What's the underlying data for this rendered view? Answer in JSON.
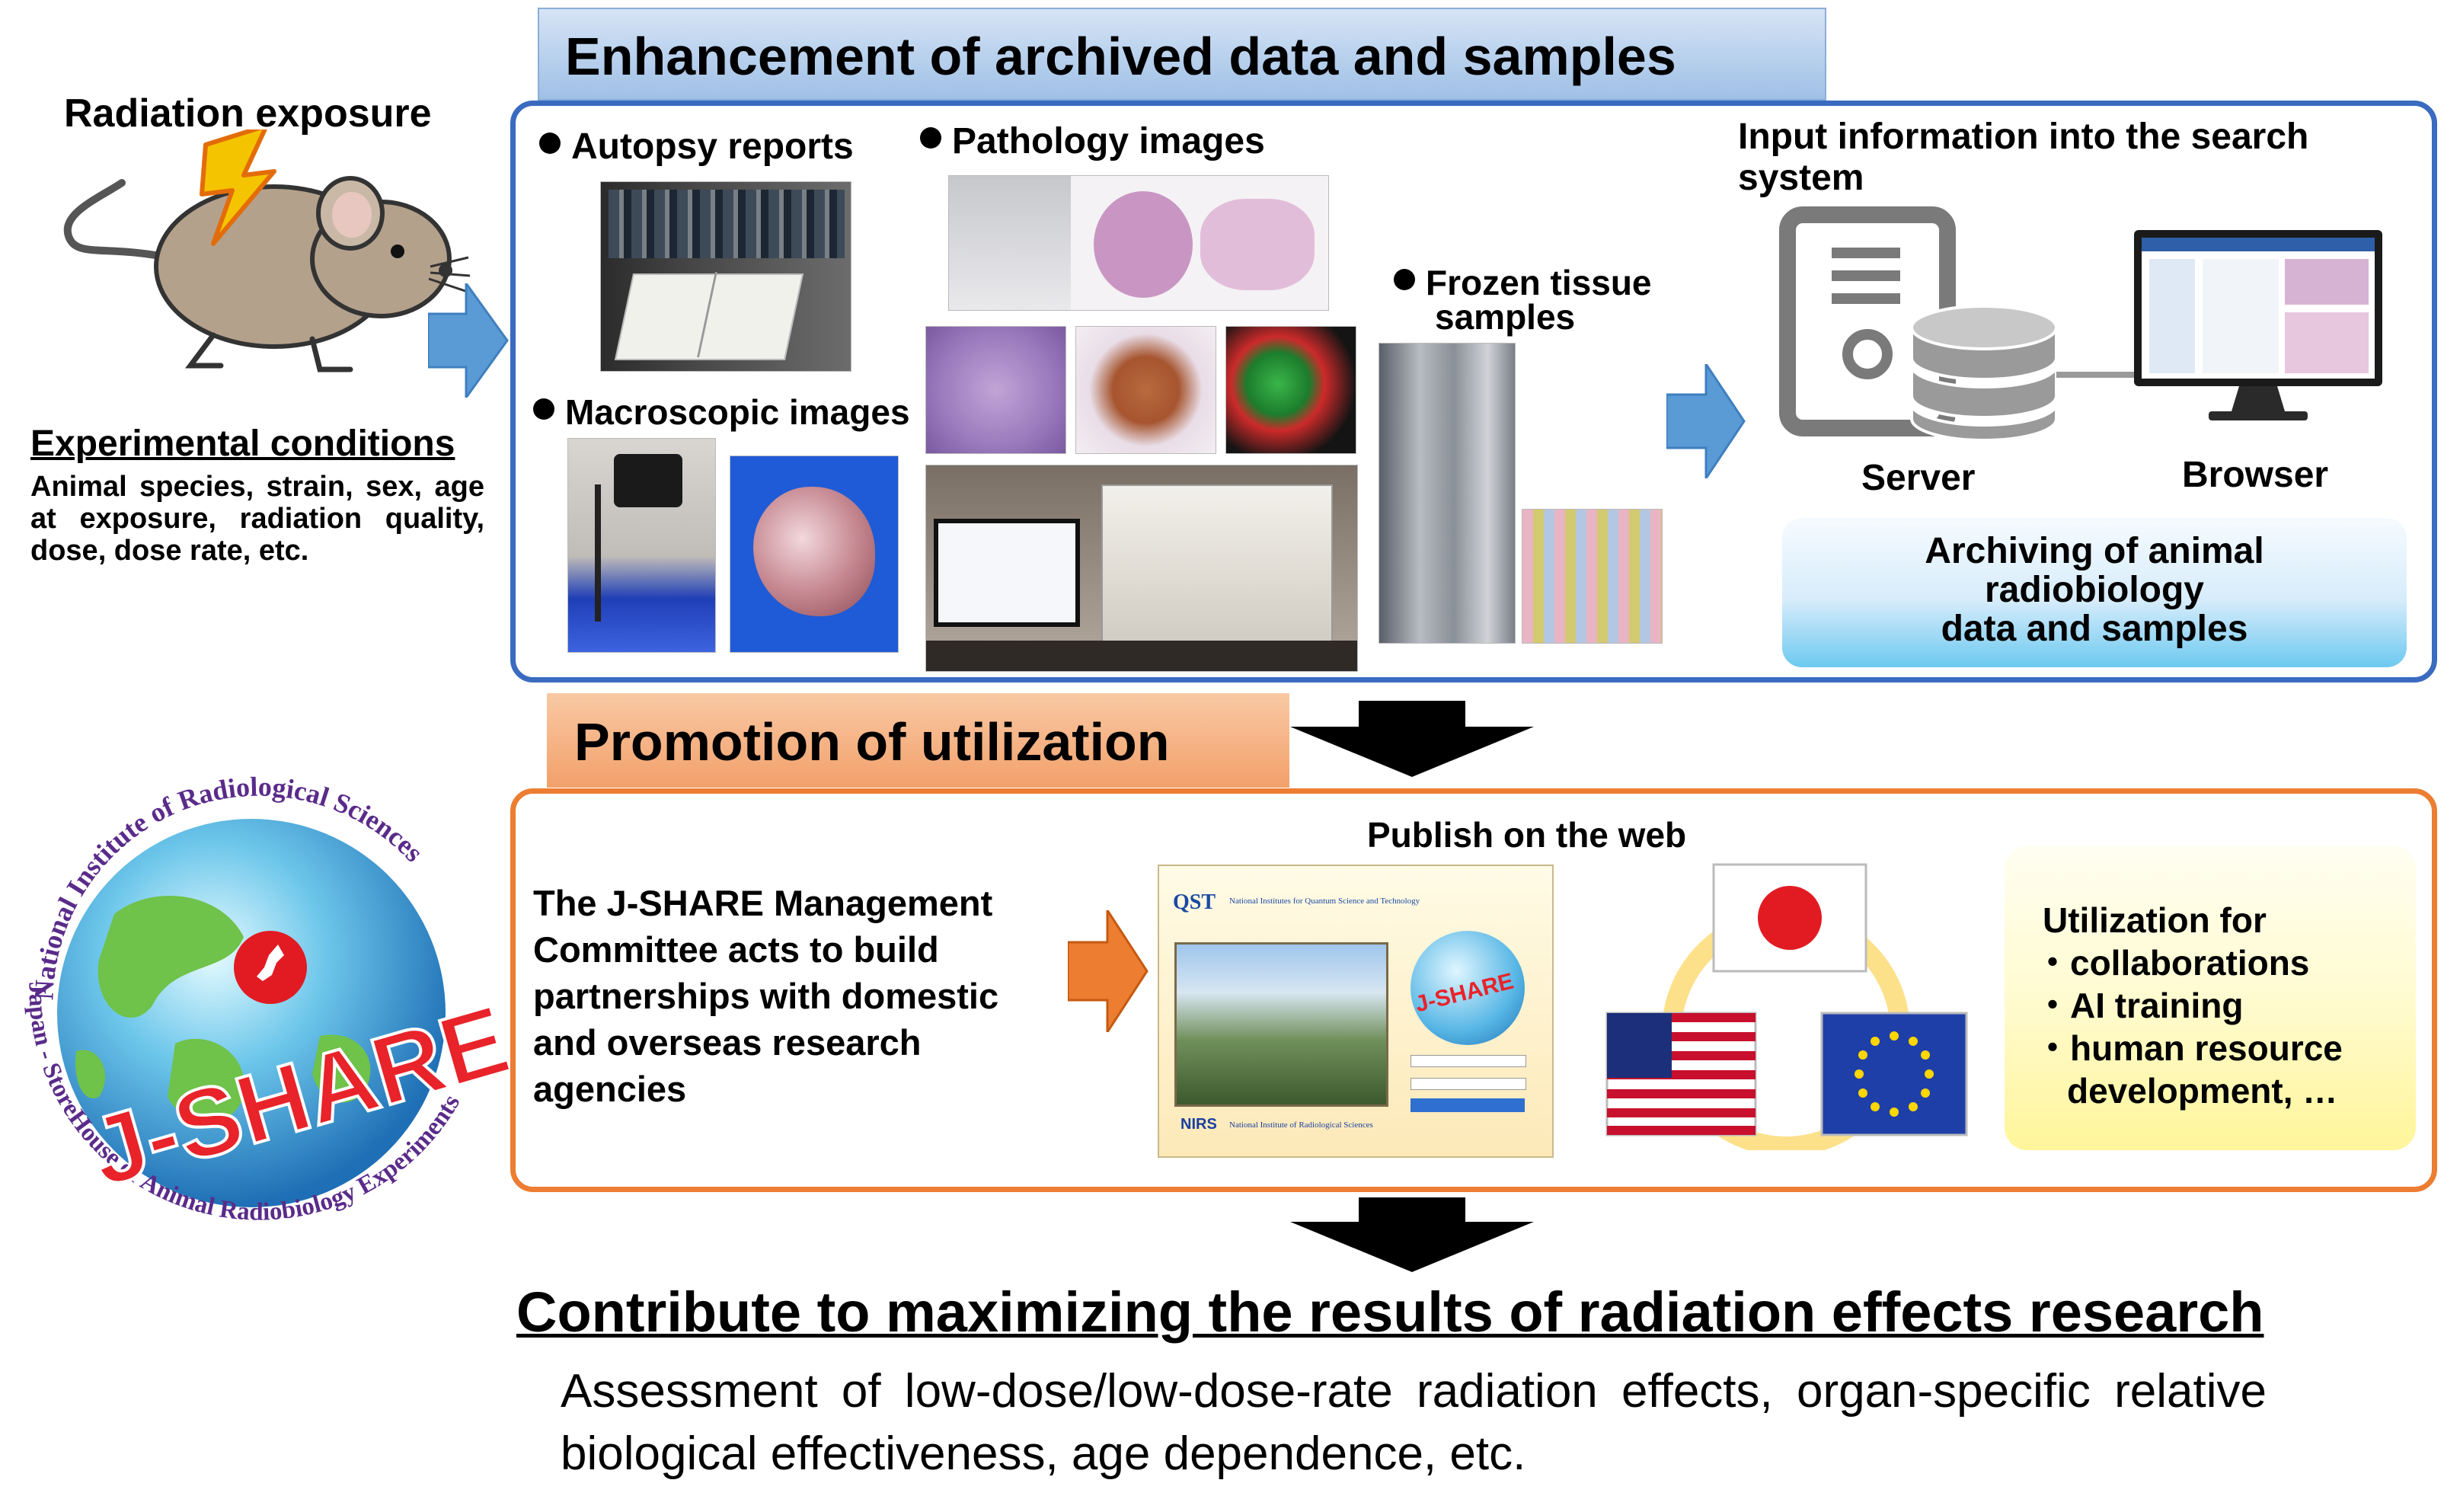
{
  "left": {
    "radiation_exposure": "Radiation exposure",
    "experimental_conditions_title": "Experimental conditions",
    "experimental_conditions_body": "Animal species, strain, sex, age at exposure, radiation quality, dose, dose rate, etc."
  },
  "enhancement": {
    "header": "Enhancement of archived data and samples",
    "autopsy_reports": "Autopsy reports",
    "pathology_images": "Pathology images",
    "macroscopic_images": "Macroscopic images",
    "frozen_tissue_line1": "Frozen tissue",
    "frozen_tissue_line2": "samples",
    "input_info_line1": "Input information into the search",
    "input_info_line2": "system",
    "server_label": "Server",
    "browser_label": "Browser",
    "archiving_line1": "Archiving of animal",
    "archiving_line2": "radiobiology",
    "archiving_line3": "data and samples"
  },
  "utilization": {
    "header": "Promotion of utilization",
    "committee_line1": "The J-SHARE Management",
    "committee_line2": "Committee acts to build",
    "committee_line3": "partnerships with domestic",
    "committee_line4": "and overseas research",
    "committee_line5": "agencies",
    "publish_on_web": "Publish on the web",
    "util_title": "Utilization for",
    "util_items": [
      "・collaborations",
      "・AI training",
      "・human resource",
      "development, …"
    ]
  },
  "logo": {
    "ring_top": "National Institute of Radiological Sciences",
    "ring_bottom": "Japan - StoreHouse of Animal Radiobiology Experiments",
    "name": "J-SHARE"
  },
  "website_mock": {
    "brand": "QST",
    "subtitle": "National Institutes for Quantum Science and Technology",
    "footer_brand": "NIRS",
    "footer_text": "National Institute of Radiological Sciences"
  },
  "bottom": {
    "title": "Contribute to maximizing the results of radiation effects research",
    "body": "Assessment of low-dose/low-dose-rate radiation effects, organ-specific relative biological effectiveness, age dependence, etc."
  },
  "colors": {
    "blue_border": "#3a6bc0",
    "orange_border": "#ec7d32",
    "arrow_blue": "#5b9bd5",
    "arrow_orange": "#ed7d31"
  }
}
